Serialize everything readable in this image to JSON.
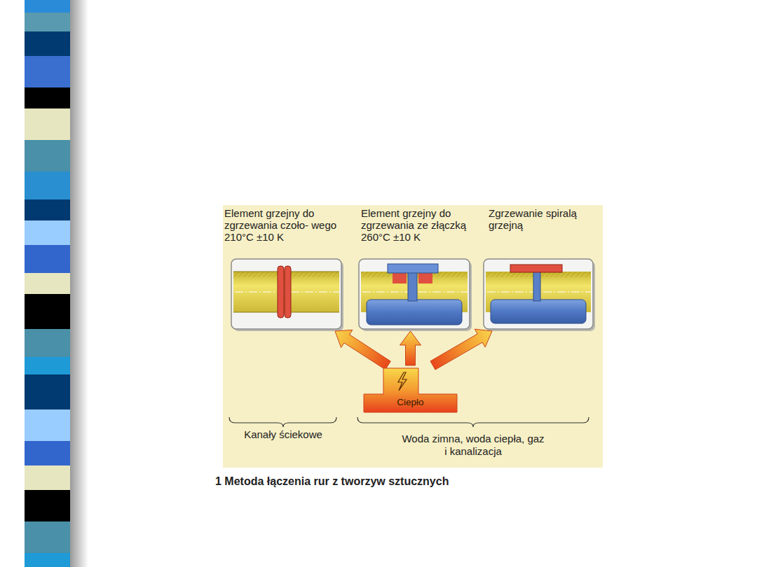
{
  "diagram": {
    "caption": "1 Metoda łączenia rur z tworzyw sztucznych",
    "nodes": [
      {
        "text": [
          "Element grzejny do zgrzewania czoło- wego 210°C ±10 K"
        ]
      },
      {
        "text": [
          "Element grzejny do zgrzewania ze złączką 260°C ±10 K"
        ]
      },
      {
        "text": [
          "Zgrzewanie spiralą grzejną"
        ]
      },
      {
        "text": [
          "Ciepło"
        ]
      }
    ],
    "edges": [
      {
        "from": 3,
        "to": 0,
        "arrow": "to"
      },
      {
        "from": 3,
        "to": 1,
        "arrow": "to"
      },
      {
        "from": 3,
        "to": 2,
        "arrow": "to"
      }
    ],
    "labels": [
      "Kanały ściekowe",
      "Woda zimna, woda ciepła, gaz i kanalizacja"
    ]
  }
}
